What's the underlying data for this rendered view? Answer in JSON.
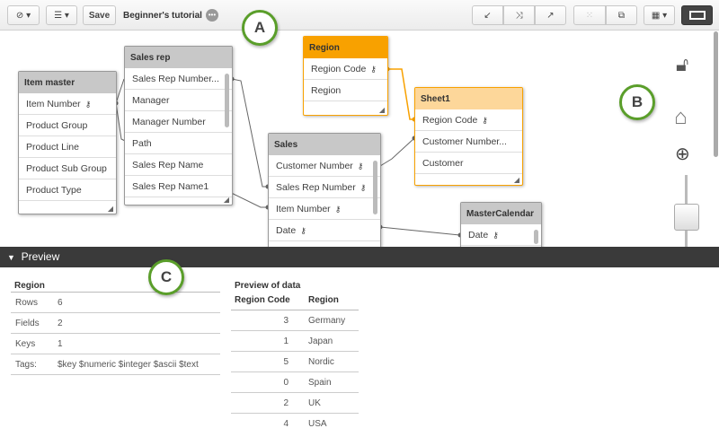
{
  "toolbar": {
    "save": "Save",
    "app_title": "Beginner's tutorial",
    "icons": [
      "compass-icon",
      "list-icon",
      "collapse-icon",
      "unlink-icon",
      "expand-icon",
      "dots-icon",
      "linked-tables-icon",
      "grid-view-icon",
      "preview-icon"
    ]
  },
  "canvas": {
    "tables": [
      {
        "name": "Item master",
        "fields": [
          {
            "name": "Item Number",
            "key": true
          },
          {
            "name": "Product Group"
          },
          {
            "name": "Product Line"
          },
          {
            "name": "Product Sub Group"
          },
          {
            "name": "Product Type"
          }
        ]
      },
      {
        "name": "Sales rep",
        "fields": [
          {
            "name": "Sales Rep Number...",
            "key": false
          },
          {
            "name": "Manager"
          },
          {
            "name": "Manager Number"
          },
          {
            "name": "Path"
          },
          {
            "name": "Sales Rep Name"
          },
          {
            "name": "Sales Rep Name1"
          }
        ]
      },
      {
        "name": "Region",
        "fields": [
          {
            "name": "Region Code",
            "key": true
          },
          {
            "name": "Region"
          }
        ]
      },
      {
        "name": "Sheet1",
        "fields": [
          {
            "name": "Region Code",
            "key": true
          },
          {
            "name": "Customer Number..."
          },
          {
            "name": "Customer"
          }
        ]
      },
      {
        "name": "Sales",
        "fields": [
          {
            "name": "Customer Number",
            "key": true
          },
          {
            "name": "Sales Rep Number",
            "key": true
          },
          {
            "name": "Item Number",
            "key": true
          },
          {
            "name": "Date",
            "key": true
          }
        ]
      },
      {
        "name": "MasterCalendar",
        "fields": [
          {
            "name": "Date",
            "key": true
          }
        ]
      }
    ],
    "key_glyph": "🔑",
    "colors": {
      "selected": "#f8a100",
      "associated": "#fdd79a"
    }
  },
  "callouts": {
    "a": "A",
    "b": "B",
    "c": "C"
  },
  "preview": {
    "label": "Preview",
    "table_name": "Region",
    "meta": [
      {
        "k": "Rows",
        "v": "6"
      },
      {
        "k": "Fields",
        "v": "2"
      },
      {
        "k": "Keys",
        "v": "1"
      },
      {
        "k": "Tags:",
        "v": "$key $numeric $integer $ascii $text"
      }
    ],
    "data_title": "Preview of data",
    "columns": [
      "Region Code",
      "Region"
    ],
    "rows": [
      [
        "3",
        "Germany"
      ],
      [
        "1",
        "Japan"
      ],
      [
        "5",
        "Nordic"
      ],
      [
        "0",
        "Spain"
      ],
      [
        "2",
        "UK"
      ],
      [
        "4",
        "USA"
      ]
    ]
  }
}
